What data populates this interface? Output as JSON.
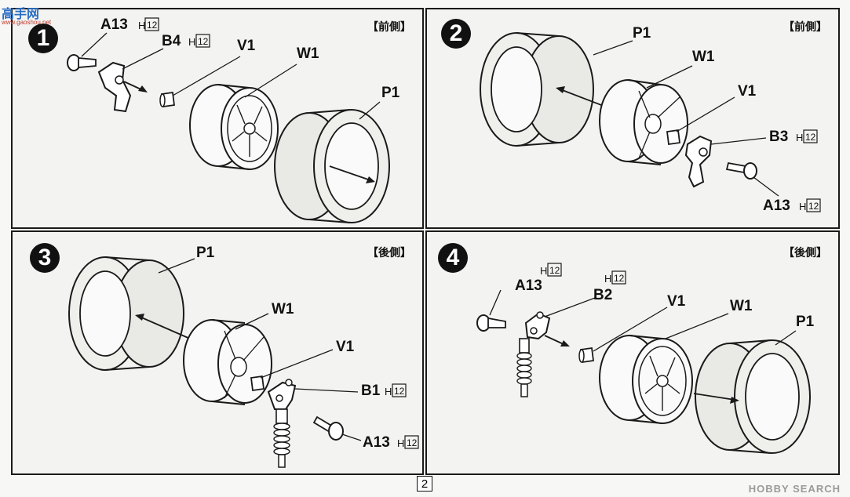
{
  "panels": [
    {
      "step": "1",
      "position": "【前側】",
      "labels": {
        "a13": "A13",
        "b": "B4",
        "v1": "V1",
        "w1": "W1",
        "p1": "P1"
      },
      "hardness_prefix": "H",
      "hardness": "12"
    },
    {
      "step": "2",
      "position": "【前側】",
      "labels": {
        "a13": "A13",
        "b": "B3",
        "v1": "V1",
        "w1": "W1",
        "p1": "P1"
      },
      "hardness_prefix": "H",
      "hardness": "12"
    },
    {
      "step": "3",
      "position": "【後側】",
      "labels": {
        "a13": "A13",
        "b": "B1",
        "v1": "V1",
        "w1": "W1",
        "p1": "P1"
      },
      "hardness_prefix": "H",
      "hardness": "12"
    },
    {
      "step": "4",
      "position": "【後側】",
      "labels": {
        "a13": "A13",
        "b": "B2",
        "v1": "V1",
        "w1": "W1",
        "p1": "P1"
      },
      "hardness_prefix": "H",
      "hardness": "12"
    }
  ],
  "page_number": "2",
  "watermarks": {
    "bottom_right": "HOBBY SEARCH",
    "top_left": "高手网",
    "top_left_sub": "www.gaoshou.net"
  },
  "colors": {
    "line": "#1a1a1a",
    "panel_bg": "#f3f3f1",
    "tire_fill": "#e9e9e6",
    "wheel_fill": "#fafafa"
  }
}
